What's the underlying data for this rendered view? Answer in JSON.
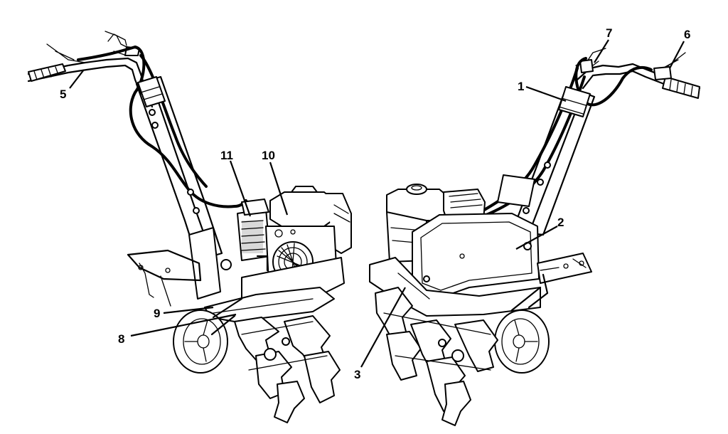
{
  "callouts": [
    {
      "id": "c1",
      "label": "1"
    },
    {
      "id": "c2",
      "label": "2"
    },
    {
      "id": "c3",
      "label": "3"
    },
    {
      "id": "c5",
      "label": "5"
    },
    {
      "id": "c6",
      "label": "6"
    },
    {
      "id": "c7",
      "label": "7"
    },
    {
      "id": "c8",
      "label": "8"
    },
    {
      "id": "c9",
      "label": "9"
    },
    {
      "id": "c10",
      "label": "10"
    },
    {
      "id": "c11",
      "label": "11"
    }
  ]
}
